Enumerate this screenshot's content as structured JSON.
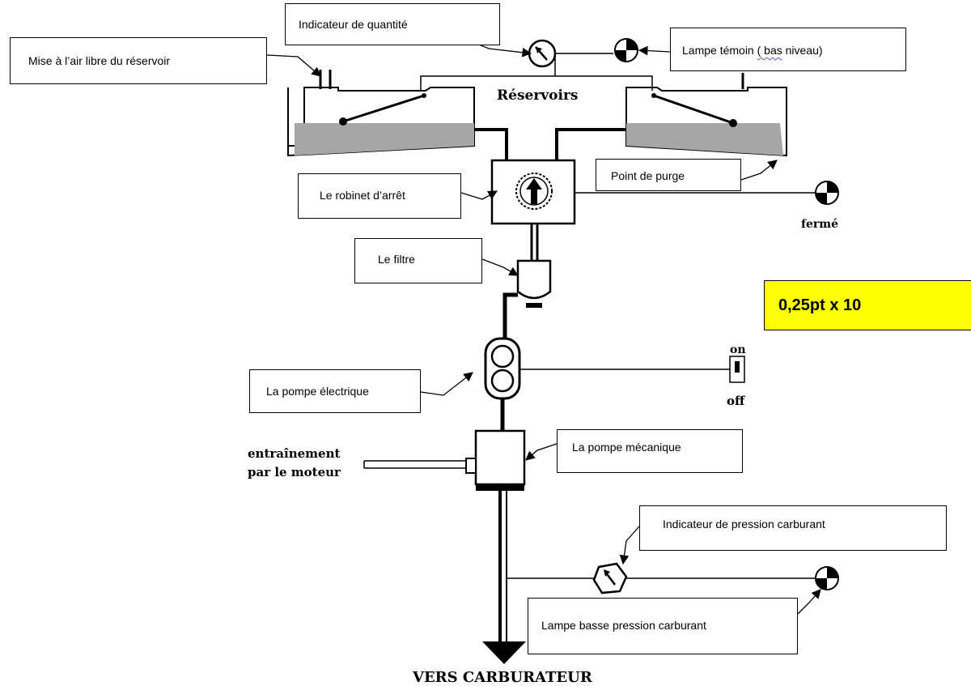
{
  "diagram": {
    "tank_label": "Réservoirs",
    "closed_label": "fermé",
    "switch_on_label": "on",
    "switch_off_label": "off",
    "engine_drive_line1": "entraînement",
    "engine_drive_line2": "par le moteur",
    "outlet_label": "VERS CARBURATEUR"
  },
  "callouts": {
    "tank_vent": "Mise à l’air libre du réservoir",
    "quantity_indicator": "Indicateur de quantité",
    "warning_lamp_prefix": "Lampe témoin ",
    "warning_lamp_flagged": "( bas",
    "warning_lamp_suffix": " niveau)",
    "drain_point": "Point de purge",
    "shutoff_valve": "Le robinet d’arrêt",
    "filter": "Le filtre",
    "electric_pump": "La pompe électrique",
    "mechanical_pump": "La pompe mécanique",
    "fuel_pressure_indicator": "Indicateur de pression carburant",
    "low_pressure_lamp": "Lampe basse pression carburant"
  },
  "score_note": "0,25pt x 10",
  "colors": {
    "line": "#000000",
    "fuel": "#a6a6a6",
    "score_background": "#ffff00",
    "spellcheck_underline": "#4a5fd1"
  }
}
